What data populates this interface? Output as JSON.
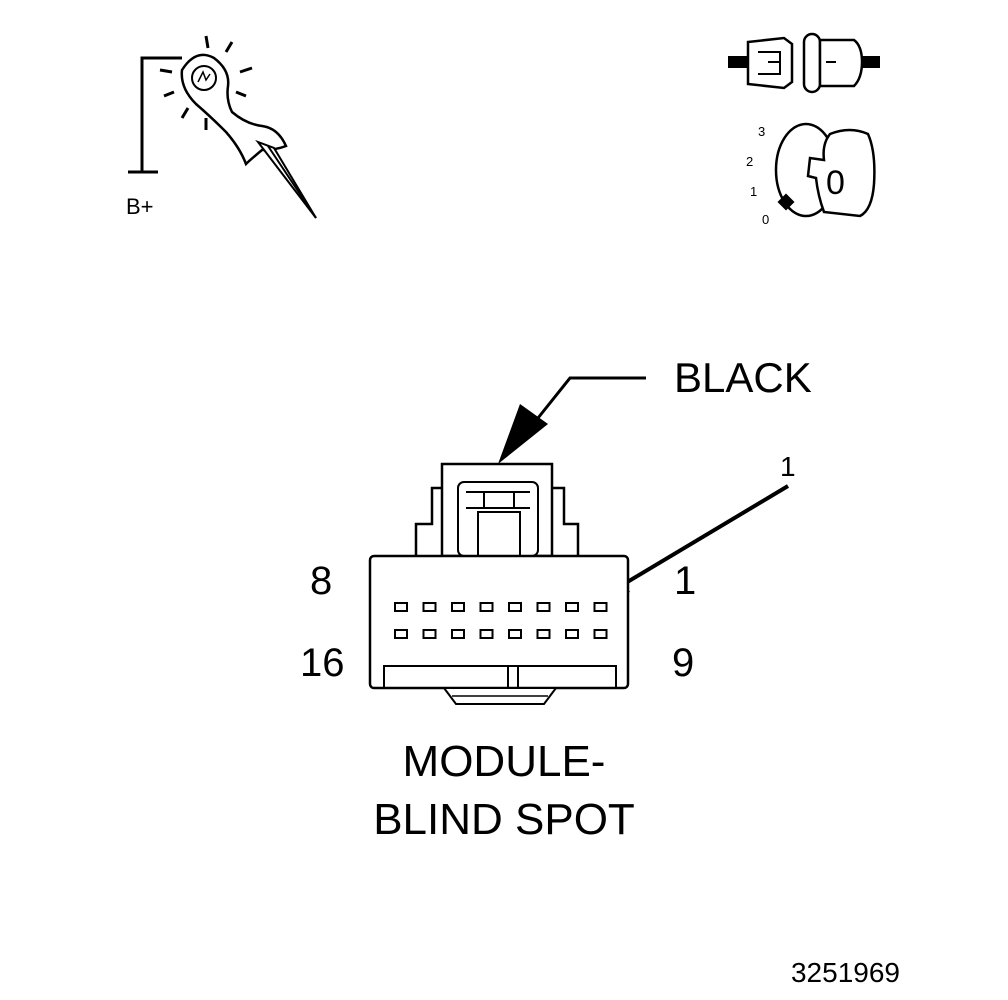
{
  "test_light": {
    "icon": "test-light-probe-icon",
    "label": "B+"
  },
  "connector_state": {
    "icon": "disconnected-connector-icon"
  },
  "ignition": {
    "icon": "ignition-key-icon",
    "positions": [
      "3",
      "2",
      "1",
      "0"
    ],
    "key_position": "0"
  },
  "connector": {
    "color_label": "BLACK",
    "callout_pin": "1",
    "top_row_left_pin": "8",
    "top_row_right_pin": "1",
    "bottom_row_left_pin": "16",
    "bottom_row_right_pin": "9",
    "pins_per_row": 8,
    "rows": 2
  },
  "title": {
    "line1": "MODULE-",
    "line2": "BLIND SPOT"
  },
  "figure_id": "3251969"
}
